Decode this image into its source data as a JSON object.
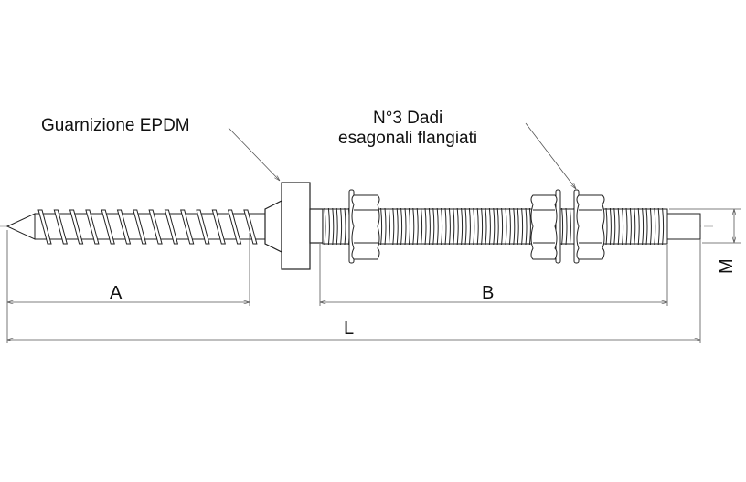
{
  "labels": {
    "gasket": "Guarnizione EPDM",
    "nuts_line1": "N°3 Dadi",
    "nuts_line2": "esagonali flangiati"
  },
  "dimensions": {
    "a": "A",
    "b": "B",
    "l": "L",
    "m": "M"
  },
  "colors": {
    "line": "#222222",
    "fill": "#ffffff",
    "centerline": "#999999"
  }
}
